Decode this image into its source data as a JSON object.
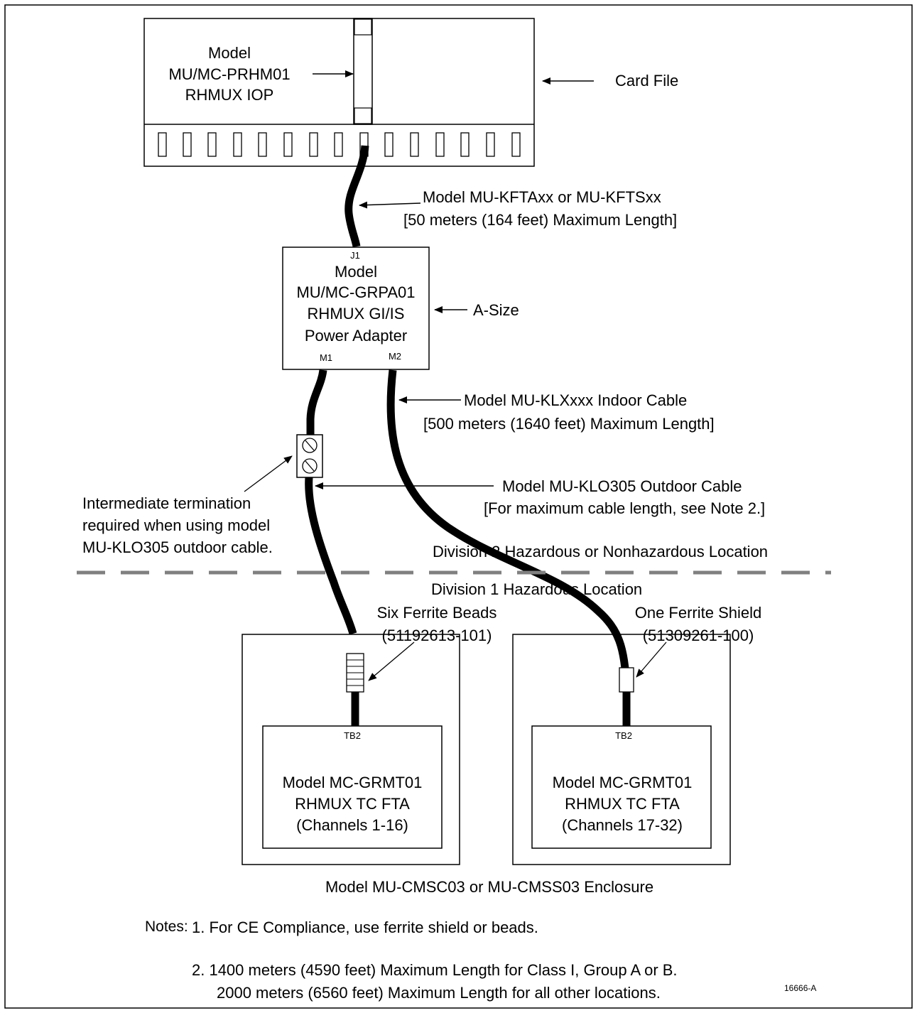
{
  "card_file": {
    "model_line1": "Model",
    "model_line2": "MU/MC-PRHM01",
    "model_line3": "RHMUX IOP",
    "label": "Card File"
  },
  "cable_kfta": {
    "line1": "Model MU-KFTAxx or MU-KFTSxx",
    "line2": "[50 meters (164 feet) Maximum Length]"
  },
  "adapter": {
    "j1": "J1",
    "line1": "Model",
    "line2": "MU/MC-GRPA01",
    "line3": "RHMUX GI/IS",
    "line4": "Power Adapter",
    "m1": "M1",
    "m2": "M2",
    "size_label": "A-Size"
  },
  "cable_klx": {
    "line1": "Model MU-KLXxxx Indoor Cable",
    "line2": "[500 meters (1640 feet) Maximum Length]"
  },
  "cable_klo": {
    "line1": "Model MU-KLO305 Outdoor Cable",
    "line2": "[For maximum cable length, see Note 2.]"
  },
  "intermediate": {
    "line1": "Intermediate termination",
    "line2": "required when using model",
    "line3": "MU-KLO305 outdoor cable."
  },
  "zones": {
    "upper": "Division 2 Hazardous or Nonhazardous Location",
    "lower": "Division 1 Hazardous Location"
  },
  "ferrite_beads": {
    "line1": "Six Ferrite Beads",
    "line2": "(51192613-101)"
  },
  "ferrite_shield": {
    "line1": "One Ferrite Shield",
    "line2": "(51309261-100)"
  },
  "fta_left": {
    "tb": "TB2",
    "line1": "Model MC-GRMT01",
    "line2": "RHMUX TC FTA",
    "line3": "(Channels 1-16)"
  },
  "fta_right": {
    "tb": "TB2",
    "line1": "Model MC-GRMT01",
    "line2": "RHMUX TC FTA",
    "line3": "(Channels 17-32)"
  },
  "enclosure_label": "Model MU-CMSC03 or MU-CMSS03 Enclosure",
  "notes": {
    "heading": "Notes:",
    "note1": "1.  For CE Compliance, use ferrite shield or beads.",
    "note2_line1": "2.  1400 meters (4590 feet) Maximum Length for Class I, Group A or B.",
    "note2_line2": "2000 meters (6560 feet) Maximum Length  for all other locations."
  },
  "figure_id": "16666-A",
  "colors": {
    "line": "#000000",
    "zone_divider": "#808080",
    "background": "#ffffff"
  }
}
